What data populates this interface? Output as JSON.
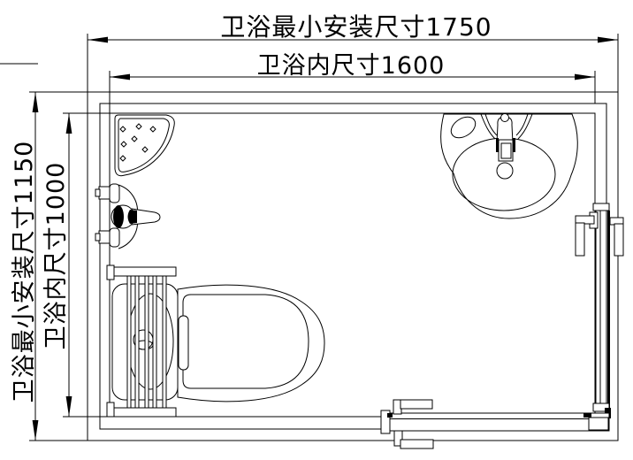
{
  "page": {
    "background": "#ffffff",
    "ink": "#000000"
  },
  "dimensions": {
    "top_outer": {
      "text": "卫浴最小安装尺寸1750",
      "label": "卫浴最小安装尺寸",
      "value_mm": 1750
    },
    "top_inner": {
      "text": "卫浴内尺寸1600",
      "label": "卫浴内尺寸",
      "value_mm": 1600
    },
    "left_outer": {
      "text": "卫浴最小安装尺寸1150",
      "label": "卫浴最小安装尺寸",
      "value_mm": 1150
    },
    "left_inner": {
      "text": "卫浴内尺寸1000",
      "label": "卫浴内尺寸",
      "value_mm": 1000
    }
  },
  "fixtures": [
    "corner-shelf",
    "shower-mixer",
    "toilet",
    "washbasin",
    "door-right",
    "door-bottom"
  ]
}
